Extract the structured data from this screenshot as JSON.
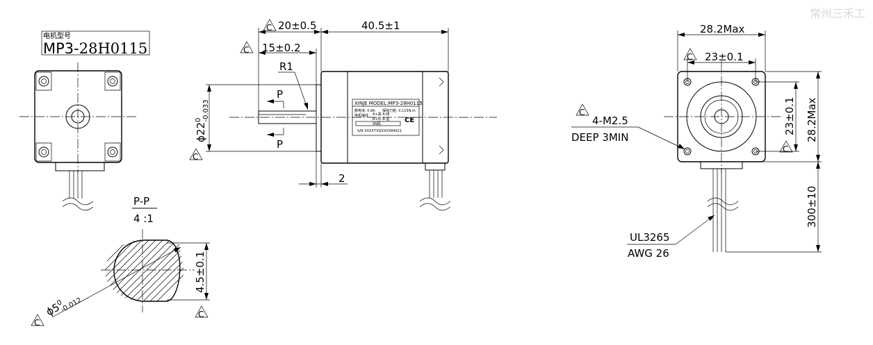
{
  "watermark": "常州三禾工",
  "model_box": {
    "label": "电机型号",
    "model_prefix": "MP3-",
    "model_suffix": "28H0115"
  },
  "dims": {
    "d_20": "20±0.5",
    "d_40": "40.5±1",
    "d_15": "15±0.2",
    "r1": "R1",
    "p_label": "P",
    "phi22_base": "ϕ22",
    "phi22_sup": "0",
    "phi22_sub": "-0.033",
    "d_2": "2",
    "d_282_top": "28.2Max",
    "d_23_top": "23±0.1",
    "d_23_side": "23±0.1",
    "d_282_side": "28.2Max",
    "d_300": "300±10",
    "hole_spec_1": "4-M2.5",
    "hole_spec_2": "DEEP 3MIN",
    "wire_1": "UL3265",
    "wire_2": "AWG 26",
    "pp_title": "P-P",
    "pp_scale": "4 :1",
    "phi5_base": "ϕ5",
    "phi5_sup": "0",
    "phi5_sub": "-0.012",
    "d_45": "4.5±0.1",
    "c_mark": "C"
  },
  "label_plate": {
    "line1": "XINJE MODEL:MP3-28H0115",
    "line2a": "额电流: 0.8A",
    "line2b": "保持力矩: 0.115N.m",
    "line3a": "电机接线",
    "line3b": "A+黑  A-绿",
    "line4": "B+红  B-蓝",
    "line5": "SN码",
    "line6": "S/N  XXXX7VQXXXX84021",
    "ce": "CE"
  }
}
